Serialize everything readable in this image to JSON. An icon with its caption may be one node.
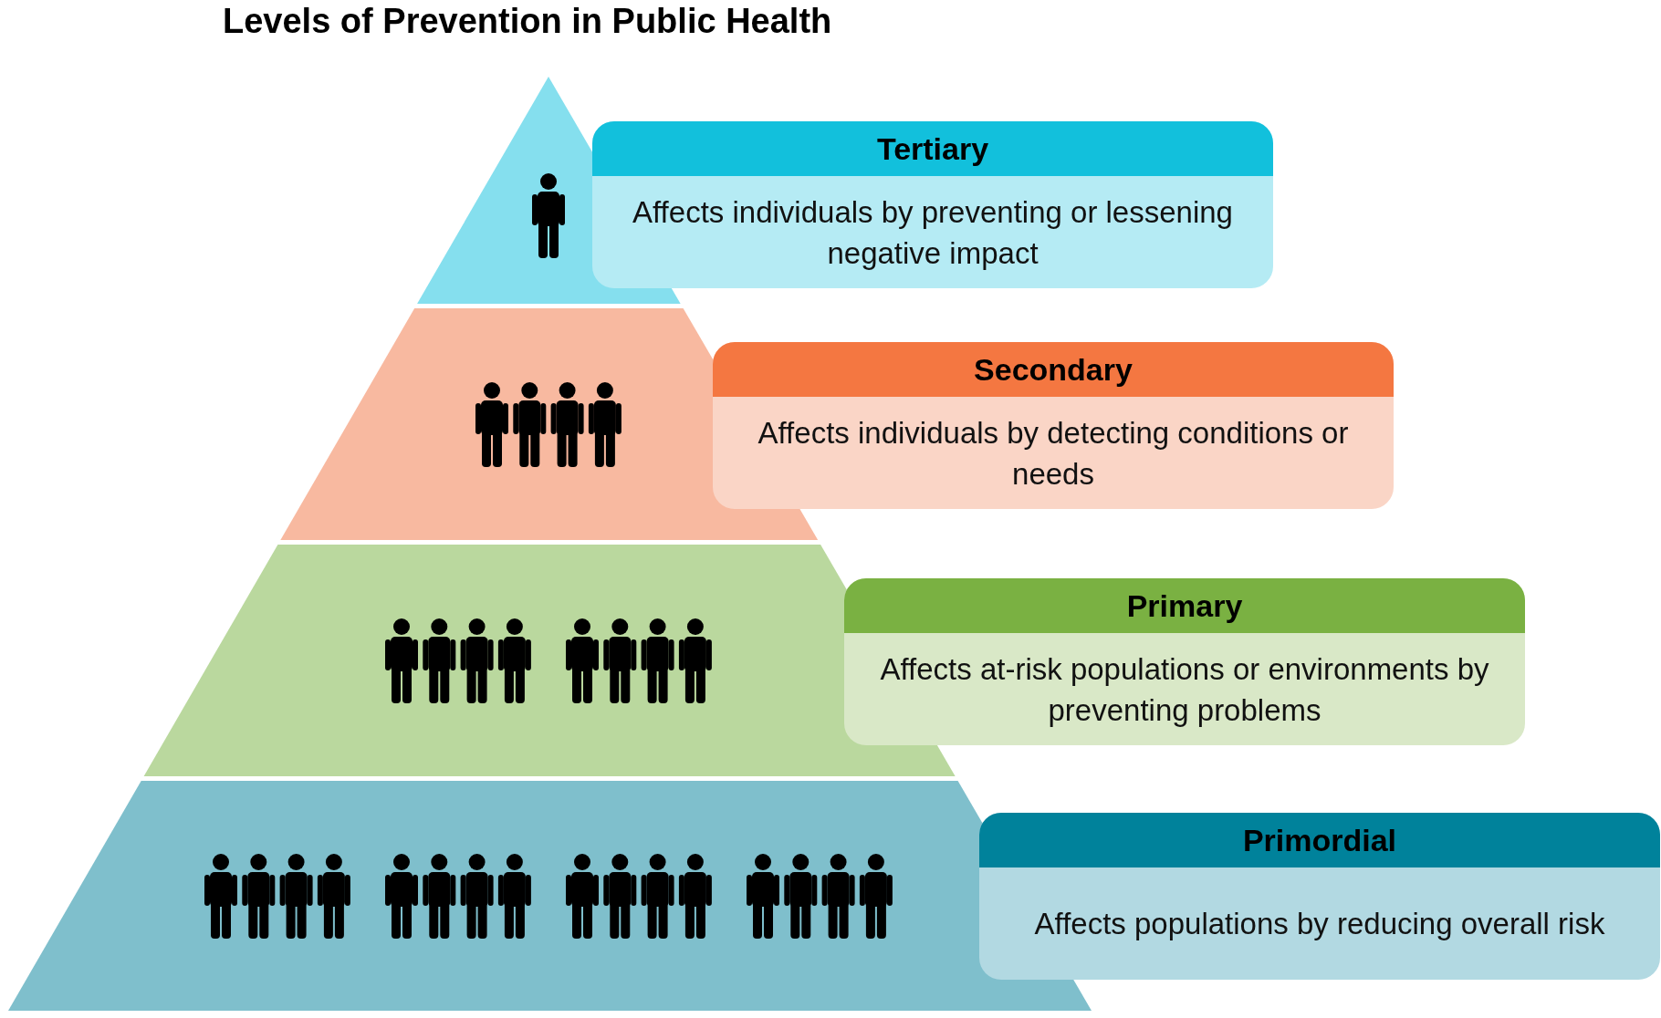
{
  "diagram": {
    "title": "Levels of Prevention in Public Health",
    "nodes": [
      {
        "text": [
          "Tertiary",
          "Affects individuals by preventing or lessening negative impact"
        ]
      },
      {
        "text": [
          "Secondary",
          "Affects individuals by detecting conditions or needs"
        ]
      },
      {
        "text": [
          "Primary",
          "Affects at-risk populations or environments by preventing problems"
        ]
      },
      {
        "text": [
          "Primordial",
          "Affects populations by reducing overall risk"
        ]
      }
    ]
  }
}
